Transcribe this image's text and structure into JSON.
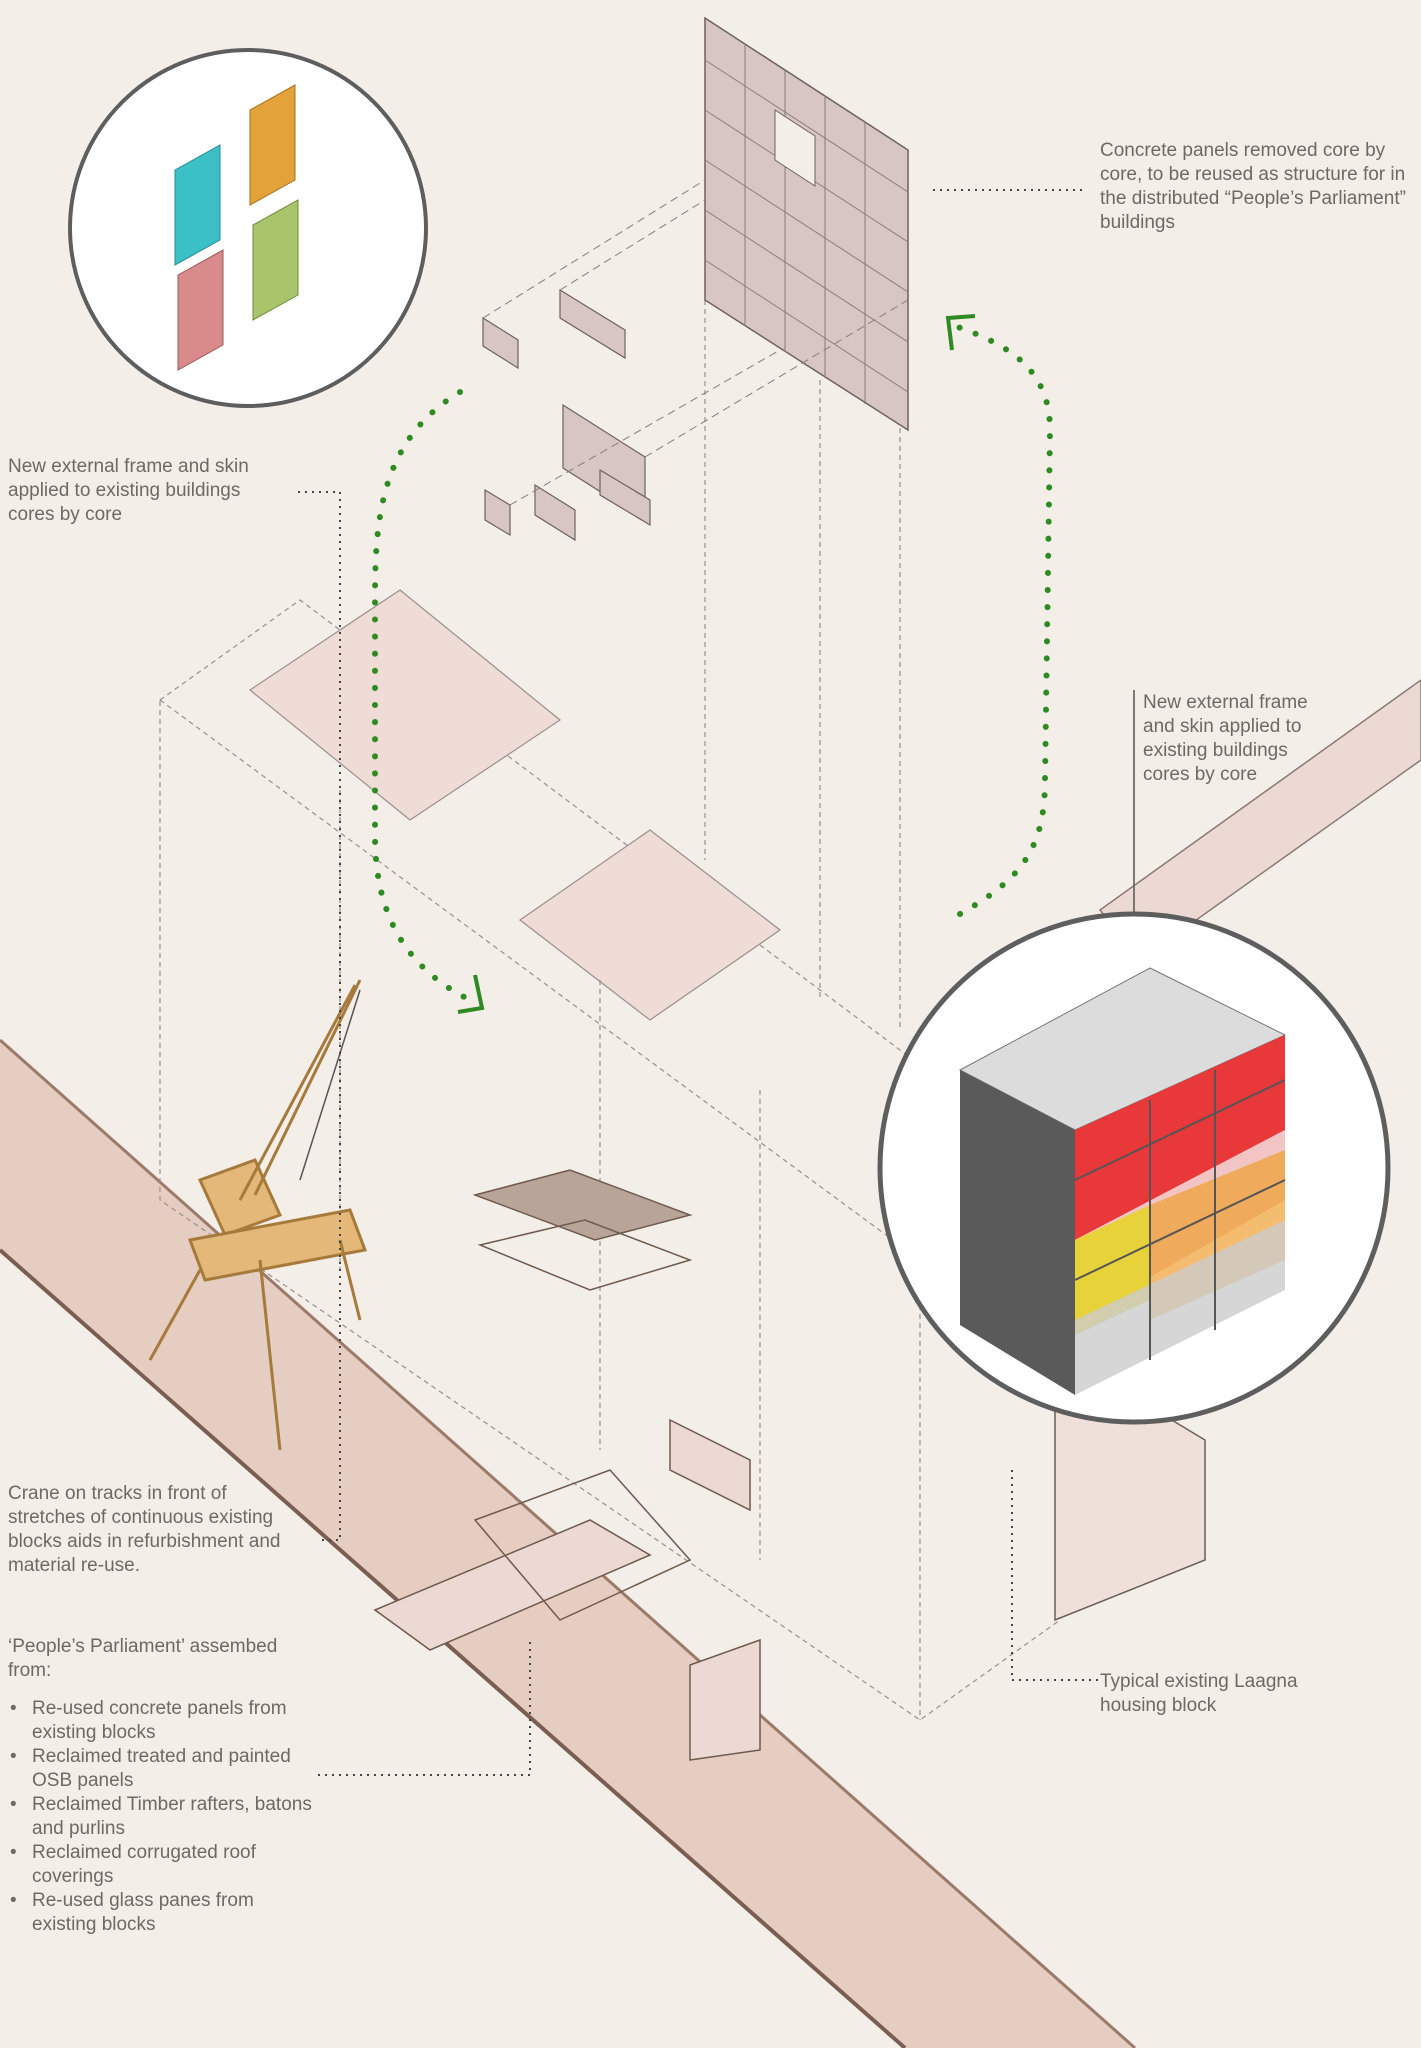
{
  "annotations": {
    "panels_removed": "Concrete panels removed core by core, to be reused as structure for in the distributed “People’s Parliament” buildings",
    "frame_left": "New external frame and skin applied to existing buildings cores by core",
    "frame_right": "New external frame and skin applied to existing buildings cores by core",
    "crane": "Crane on tracks in front of stretches of continuous existing blocks aids in refurbishment and material re-use.",
    "typical_block": "Typical existing Laagna housing block",
    "parliament_heading": "‘People’s Parliament’ assembed from:",
    "parliament_items": [
      "Re-used concrete panels from existing blocks",
      "Reclaimed treated and painted OSB panels",
      "Reclaimed Timber rafters, batons and purlins",
      "Reclaimed corrugated roof coverings",
      "Re-used glass panes from existing blocks"
    ]
  },
  "colors": {
    "background": "#f3eee8",
    "road": "#e6cdc2",
    "arrow_green": "#2f8a22",
    "crane": "#e3b878",
    "skin_red": "#e8383a",
    "skin_yellow": "#e8d23a",
    "skin_teal": "#3bc0c8",
    "skin_orange": "#e4a23a",
    "skin_pink": "#d98a8a",
    "skin_green": "#a9c46a"
  }
}
